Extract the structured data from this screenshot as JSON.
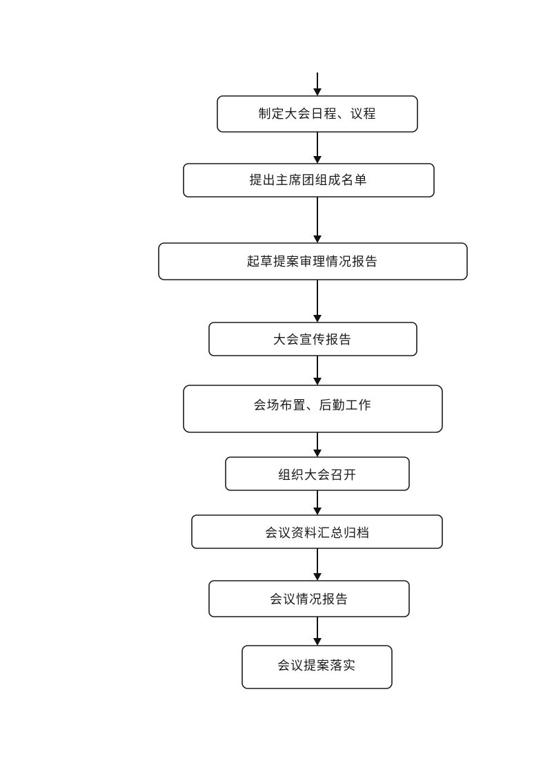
{
  "flowchart": {
    "steps": [
      "制定大会日程、议程",
      "提出主席团组成名单",
      "起草提案审理情况报告",
      "大会宣传报告",
      "会场布置、后勤工作",
      "组织大会召开",
      "会议资料汇总归档",
      "会议情况报告",
      "会议提案落实"
    ]
  },
  "colors": {
    "line": "#111111",
    "box_fill": "#ffffff",
    "text": "#1a1a1a"
  }
}
